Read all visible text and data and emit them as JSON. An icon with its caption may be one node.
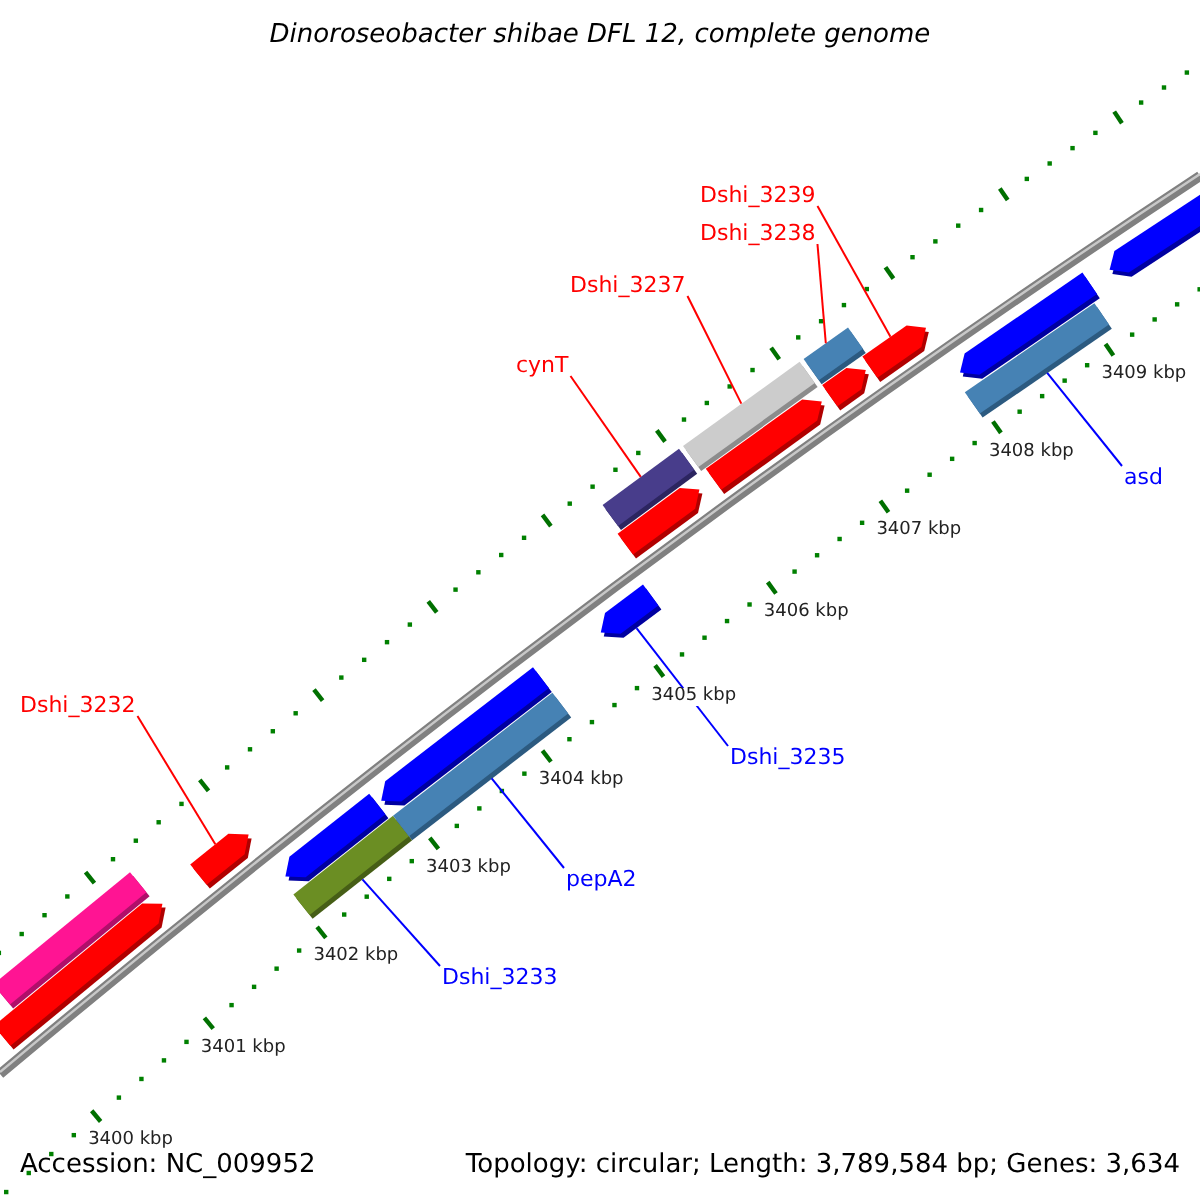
{
  "diagram": {
    "title": "Dinoroseobacter shibae DFL 12, complete genome",
    "nodes": [
      {
        "text": [
          "Dshi_3239"
        ]
      },
      {
        "text": [
          "Dshi_3238"
        ]
      },
      {
        "text": [
          "Dshi_3237"
        ]
      },
      {
        "text": [
          "cynT"
        ]
      },
      {
        "text": [
          "asd"
        ]
      },
      {
        "text": [
          "Dshi_3235"
        ]
      },
      {
        "text": [
          "Dshi_3232"
        ]
      },
      {
        "text": [
          "pepA2"
        ]
      },
      {
        "text": [
          "Dshi_3233"
        ]
      },
      {
        "text": [],
        "shape": "bar"
      },
      {
        "text": [],
        "shape": "bar"
      },
      {
        "text": [],
        "shape": "bar"
      },
      {
        "text": [],
        "shape": "bar"
      },
      {
        "text": [],
        "shape": "bar"
      },
      {
        "text": [],
        "shape": "bar"
      },
      {
        "text": [],
        "shape": "bar"
      },
      {
        "text": [],
        "shape": "bar"
      },
      {
        "text": [],
        "shape": "bar"
      },
      {
        "text": [],
        "shape": "bar"
      },
      {
        "text": [],
        "shape": "bar"
      },
      {
        "text": [],
        "shape": "bar"
      },
      {
        "text": [],
        "shape": "bar"
      },
      {
        "text": [],
        "shape": "bar"
      },
      {
        "text": [],
        "shape": "bar"
      },
      {
        "text": [],
        "shape": "bar"
      },
      {
        "text": [],
        "shape": "bar"
      },
      {
        "text": [],
        "shape": "bar"
      }
    ],
    "edges": [
      {
        "from": 0,
        "to": 23,
        "arrow": "none"
      },
      {
        "from": 1,
        "to": 22,
        "arrow": "none"
      },
      {
        "from": 2,
        "to": 20,
        "arrow": "none"
      },
      {
        "from": 3,
        "to": 18,
        "arrow": "none"
      },
      {
        "from": 4,
        "to": 24,
        "arrow": "none",
        "color": "#0000ff"
      },
      {
        "from": 5,
        "to": 16,
        "arrow": "none",
        "color": "#0000ff"
      },
      {
        "from": 6,
        "to": 11,
        "arrow": "none"
      },
      {
        "from": 7,
        "to": 14,
        "arrow": "none",
        "color": "#0000ff"
      },
      {
        "from": 8,
        "to": 12,
        "arrow": "none",
        "color": "#0000ff"
      }
    ],
    "labels": [
      "3400 kbp",
      "3401 kbp",
      "3402 kbp",
      "3403 kbp",
      "3404 kbp",
      "3405 kbp",
      "3406 kbp",
      "3407 kbp",
      "3408 kbp",
      "3409 kbp",
      "Accession: NC_009952",
      "Topology: circular; Length: 3,789,584 bp; Genes: 3,634"
    ]
  }
}
